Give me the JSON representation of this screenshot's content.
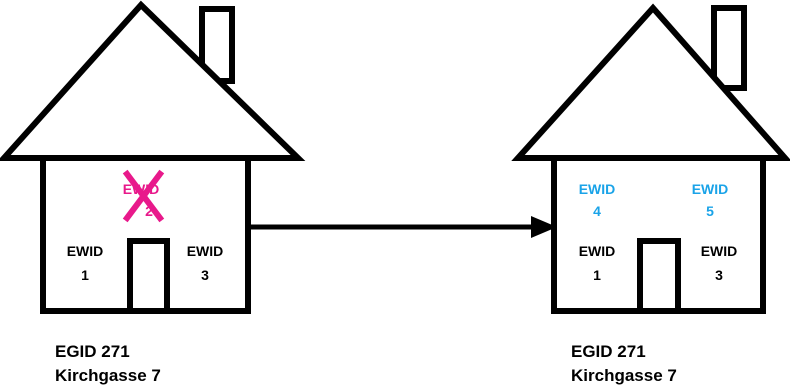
{
  "houses": [
    {
      "units": [
        {
          "label": "EWID",
          "num": "1"
        },
        {
          "label": "EWID",
          "num": "2",
          "removed": true
        },
        {
          "label": "EWID",
          "num": "3"
        }
      ],
      "egid": "EGID 271",
      "address": "Kirchgasse 7"
    },
    {
      "units": [
        {
          "label": "EWID",
          "num": "1"
        },
        {
          "label": "EWID",
          "num": "3"
        },
        {
          "label": "EWID",
          "num": "4",
          "added": true
        },
        {
          "label": "EWID",
          "num": "5",
          "added": true
        }
      ],
      "egid": "EGID 271",
      "address": "Kirchgasse 7"
    }
  ],
  "colors": {
    "outline": "#000000",
    "removed": "#e8198b",
    "added": "#1aa3e8"
  }
}
